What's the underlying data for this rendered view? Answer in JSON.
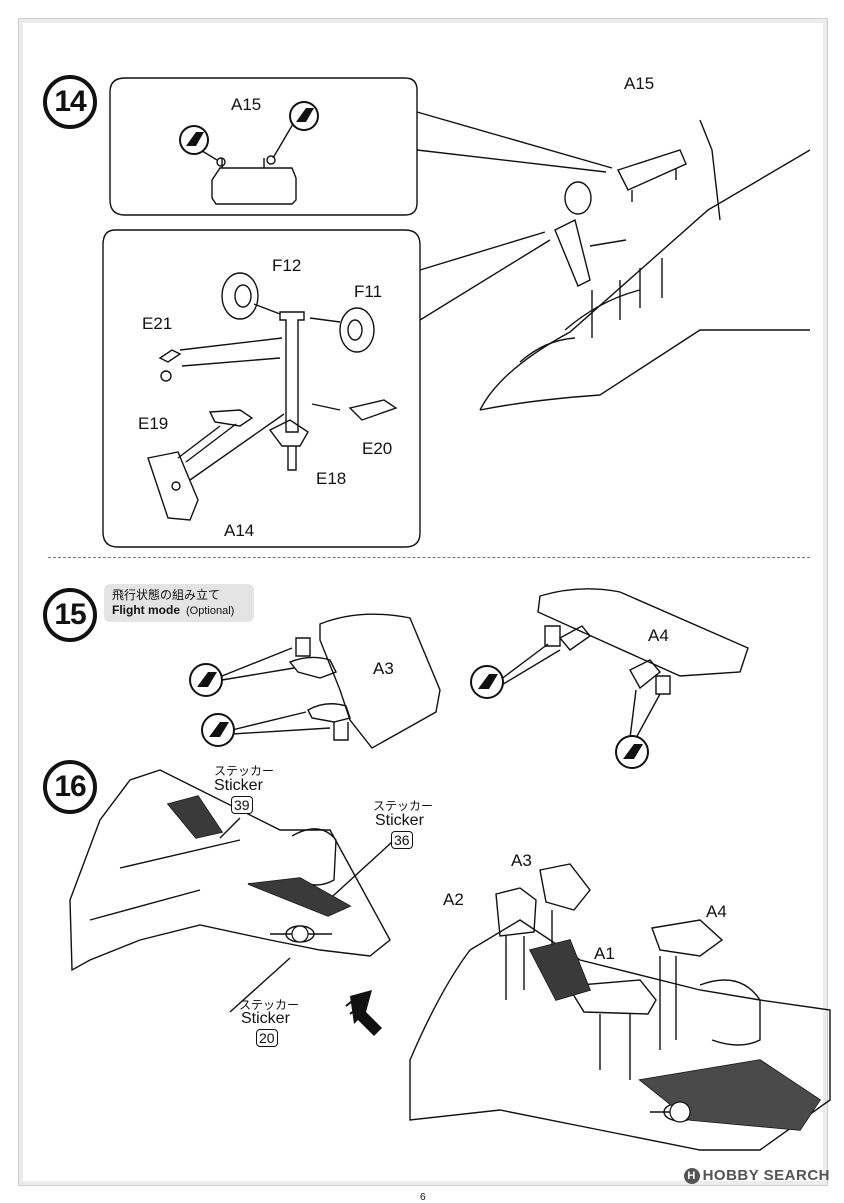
{
  "steps": {
    "s14": "14",
    "s15": "15",
    "s16": "16"
  },
  "step14": {
    "callout_top_part": "A15",
    "right_part": "A15",
    "parts": {
      "f12": "F12",
      "f11": "F11",
      "e21": "E21",
      "e19": "E19",
      "e20": "E20",
      "e18": "E18",
      "a14": "A14"
    }
  },
  "step15": {
    "badge_jp": "飛行状態の組み立て",
    "badge_en": "Flight mode",
    "badge_optional": "(Optional)",
    "left_part": "A3",
    "right_part": "A4"
  },
  "step16": {
    "stickers": [
      {
        "jp": "ステッカー",
        "en": "Sticker",
        "no": "39"
      },
      {
        "jp": "ステッカー",
        "en": "Sticker",
        "no": "36"
      },
      {
        "jp": "ステッカー",
        "en": "Sticker",
        "no": "20"
      }
    ],
    "parts": {
      "a3": "A3",
      "a2": "A2",
      "a4": "A4",
      "a1": "A1"
    }
  },
  "footer": {
    "brand": "HOBBY SEARCH",
    "page": "6"
  },
  "icons": [
    "cement-glue-icon",
    "arrow-icon"
  ]
}
